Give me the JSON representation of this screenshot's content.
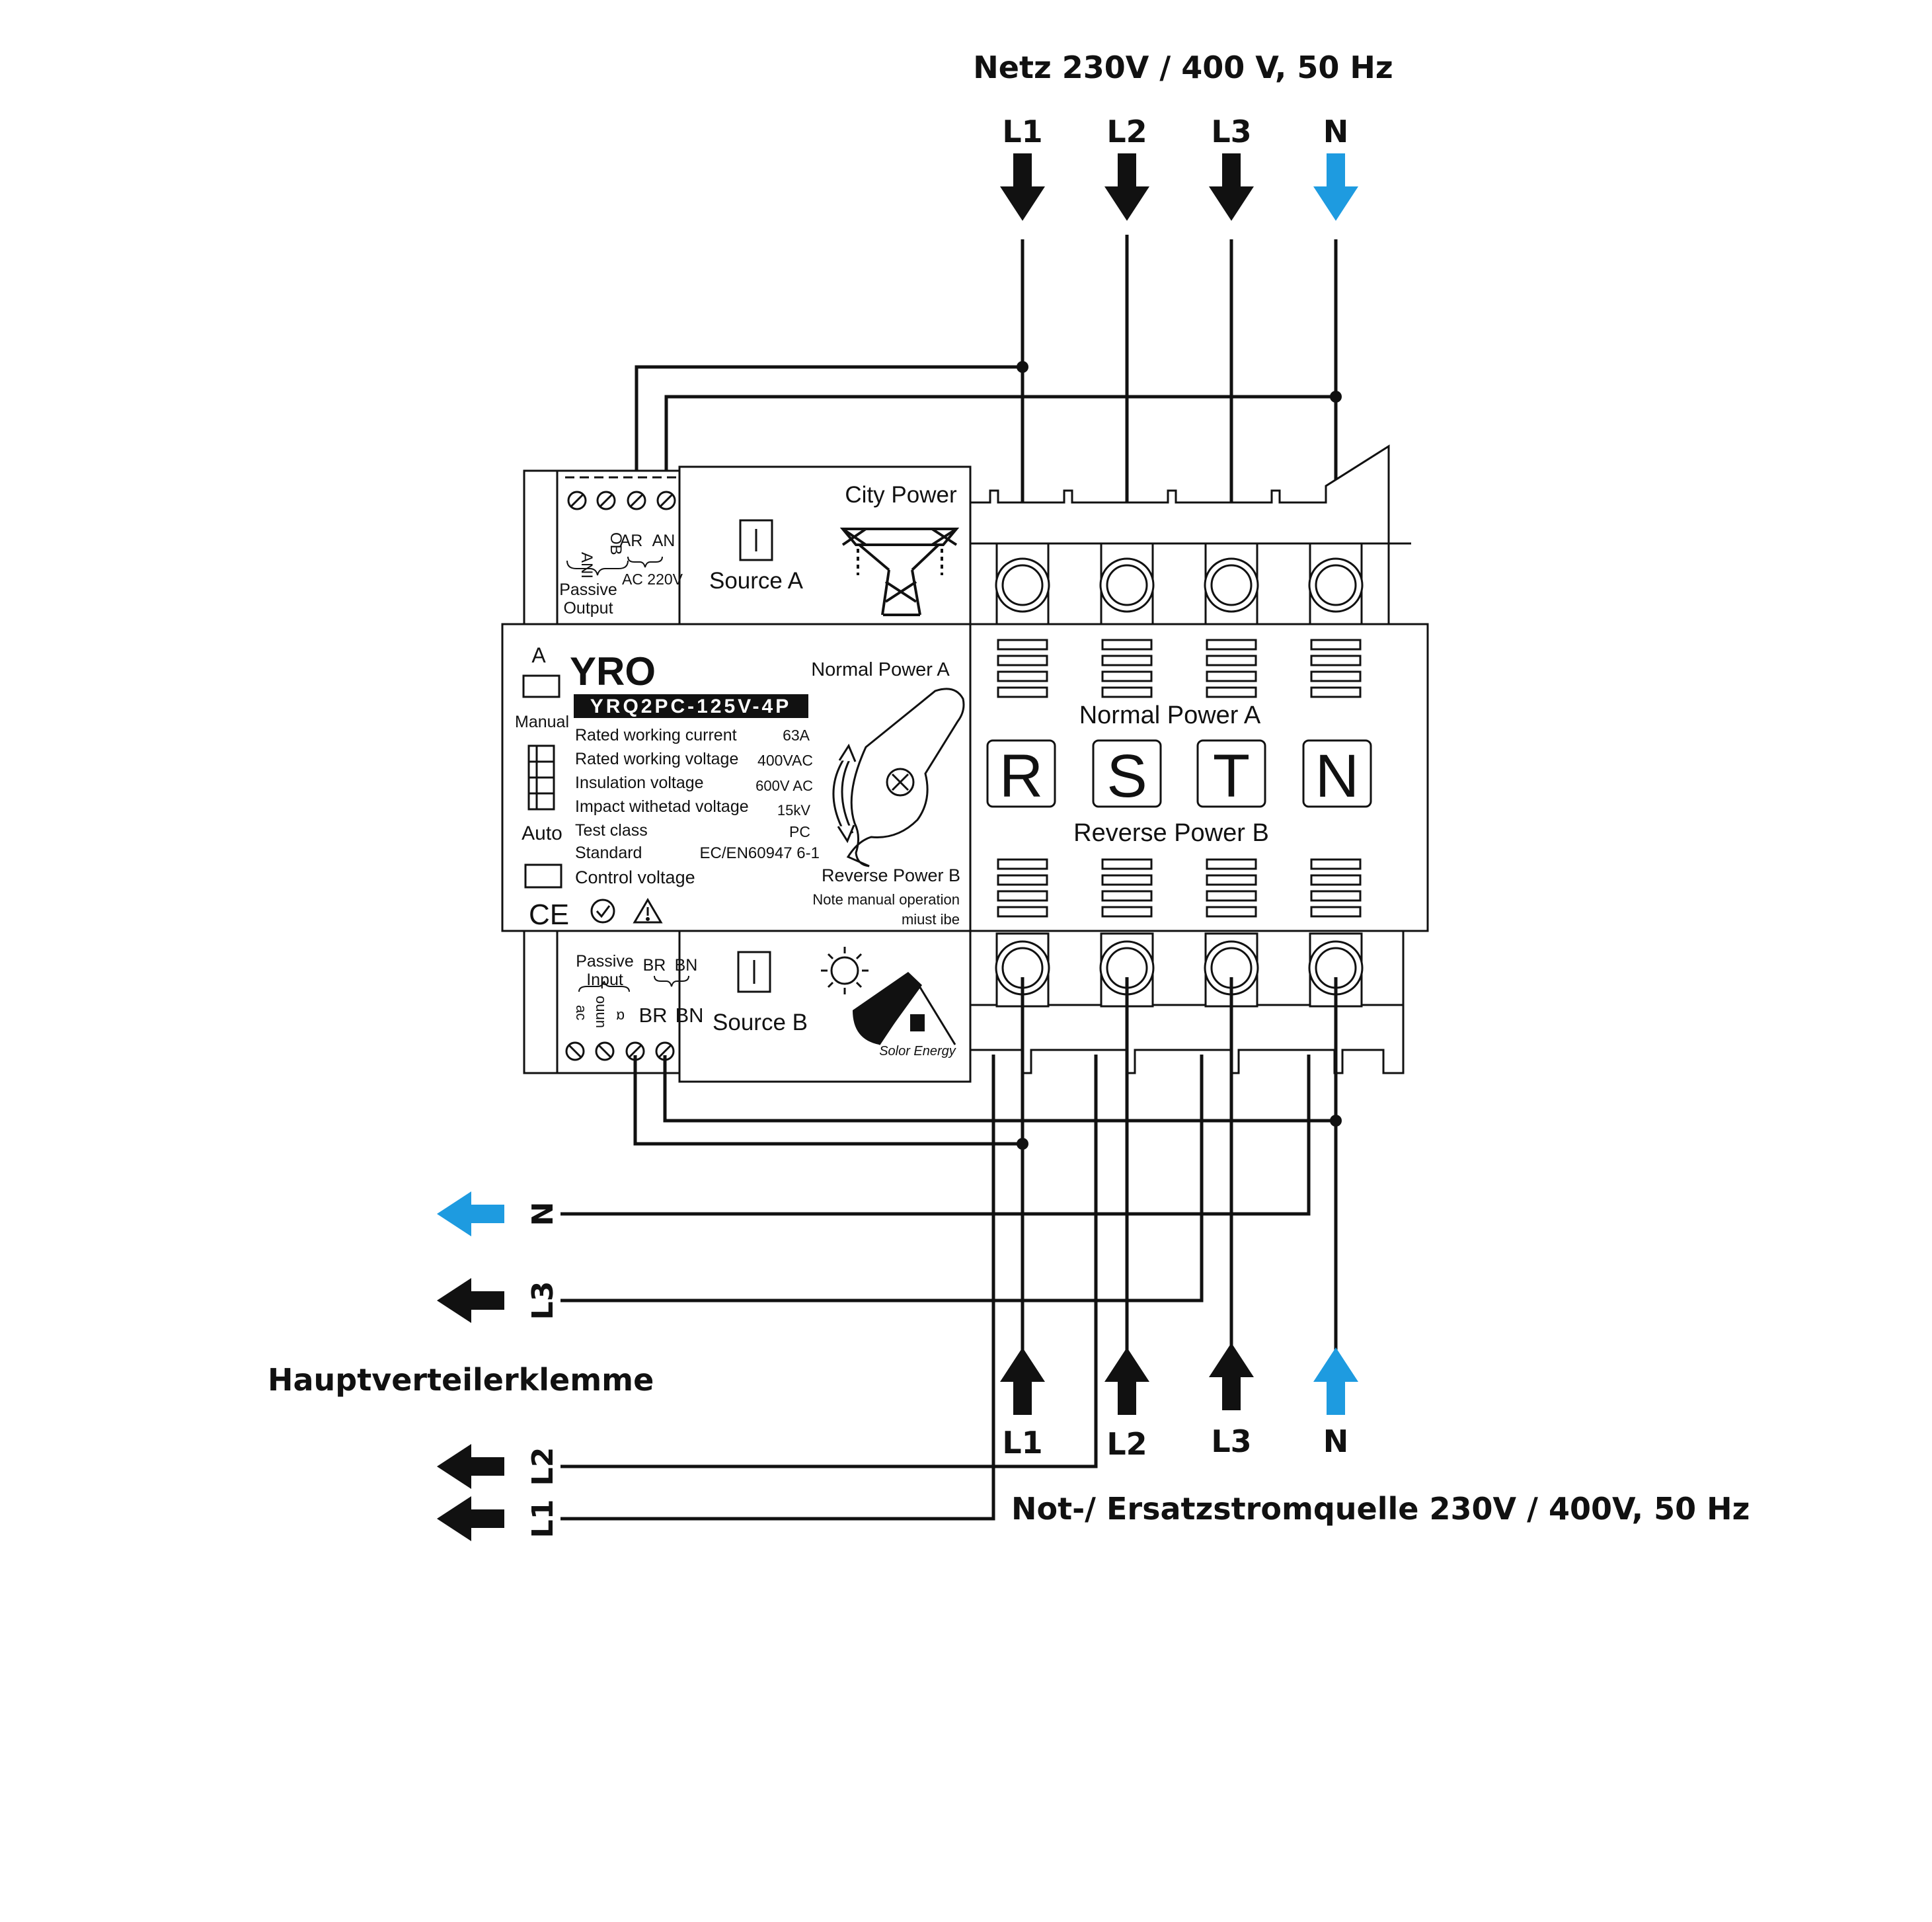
{
  "header": {
    "mains_title": "Netz 230V / 400 V, 50 Hz",
    "backup_title": "Not-/ Ersatzstromquelle 230V / 400V, 50 Hz",
    "distribution_label": "Hauptverteilerklemme"
  },
  "mains_inputs": [
    "L1",
    "L2",
    "L3",
    "N"
  ],
  "backup_inputs": [
    "L1",
    "L2",
    "L3",
    "N"
  ],
  "outputs": [
    "N",
    "L3",
    "L2",
    "L1"
  ],
  "colors": {
    "phase": "#111111",
    "neutral": "#1e9be0",
    "background": "#ffffff"
  },
  "device": {
    "brand": "YRO",
    "model": "YRQ2PC-125V-4P",
    "source_a_label": "Source A",
    "source_b_label": "Source B",
    "city_power_label": "City Power",
    "solar_label": "Solor Energy",
    "normal_power_a_label": "Normal Power A",
    "reverse_power_b_label": "Reverse Power B",
    "note_line1": "Note  manual operation",
    "note_line2": "miust ibe",
    "mode_a": "A",
    "mode_manual": "Manual",
    "mode_auto": "Auto",
    "passive_output": [
      "Passive",
      "Output"
    ],
    "passive_input": [
      "Passive",
      "Input"
    ],
    "top_terminal_labels": [
      "ANI",
      "OB",
      "AR",
      "AN"
    ],
    "top_voltage": "AC 220V",
    "bottom_terminal_labels_small": [
      "ac",
      "ouun",
      "α"
    ],
    "bottom_terminal_labels": [
      "BR",
      "BN"
    ],
    "phase_letters": [
      "R",
      "S",
      "T",
      "N"
    ],
    "specs": [
      {
        "label": "Rated working current",
        "value": "63A"
      },
      {
        "label": "Rated working voltage",
        "value": "400VAC"
      },
      {
        "label": "Insulation voltage",
        "value": "600V AC"
      },
      {
        "label": "Impact withetad voltage",
        "value": "15kV"
      },
      {
        "label": "Test class",
        "value": "PC"
      },
      {
        "label": "Standard",
        "value": "EC/EN60947 6-1"
      },
      {
        "label": "Control voltage",
        "value": ""
      }
    ],
    "ce_mark": "CE",
    "switch_indicator": "|"
  }
}
